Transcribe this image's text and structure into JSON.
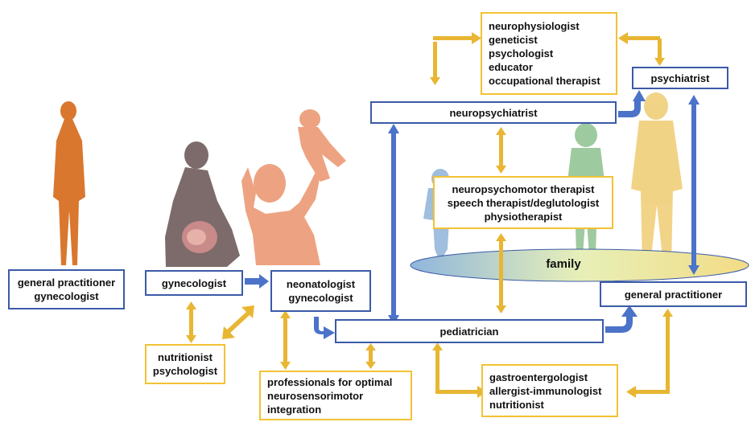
{
  "boxes": {
    "gp_gyn_start": {
      "lines": [
        "general practitioner",
        "gynecologist"
      ]
    },
    "gynecologist": {
      "lines": [
        "gynecologist"
      ]
    },
    "nutritionist_psych": {
      "lines": [
        "nutritionist",
        "psychologist"
      ]
    },
    "neonatologist": {
      "lines": [
        "neonatologist",
        "gynecologist"
      ]
    },
    "professionals": {
      "lines": [
        "professionals for optimal",
        "neurosensorimotor",
        "integration"
      ]
    },
    "pediatrician": {
      "lines": [
        "pediatrician"
      ]
    },
    "neuropsychiatrist": {
      "lines": [
        "neuropsychiatrist"
      ]
    },
    "neuro_team": {
      "lines": [
        "neurophysiologist",
        "geneticist",
        "psychologist",
        "educator",
        "occupational therapist"
      ]
    },
    "psychiatrist": {
      "lines": [
        "psychiatrist"
      ]
    },
    "therapists": {
      "lines": [
        "neuropsychomotor therapist",
        "speech therapist/deglutologist",
        "physiotherapist"
      ]
    },
    "specialists": {
      "lines": [
        "gastroentergologist",
        "allergist-immunologist",
        "nutritionist"
      ]
    },
    "gp_end": {
      "lines": [
        "general practitioner"
      ]
    }
  },
  "family": {
    "label": "family"
  },
  "colors": {
    "blue_border": "#3b5aa8",
    "gold_border": "#f2c233",
    "blue_arrow": "#4a73c9",
    "gold_arrow": "#e8b632"
  }
}
